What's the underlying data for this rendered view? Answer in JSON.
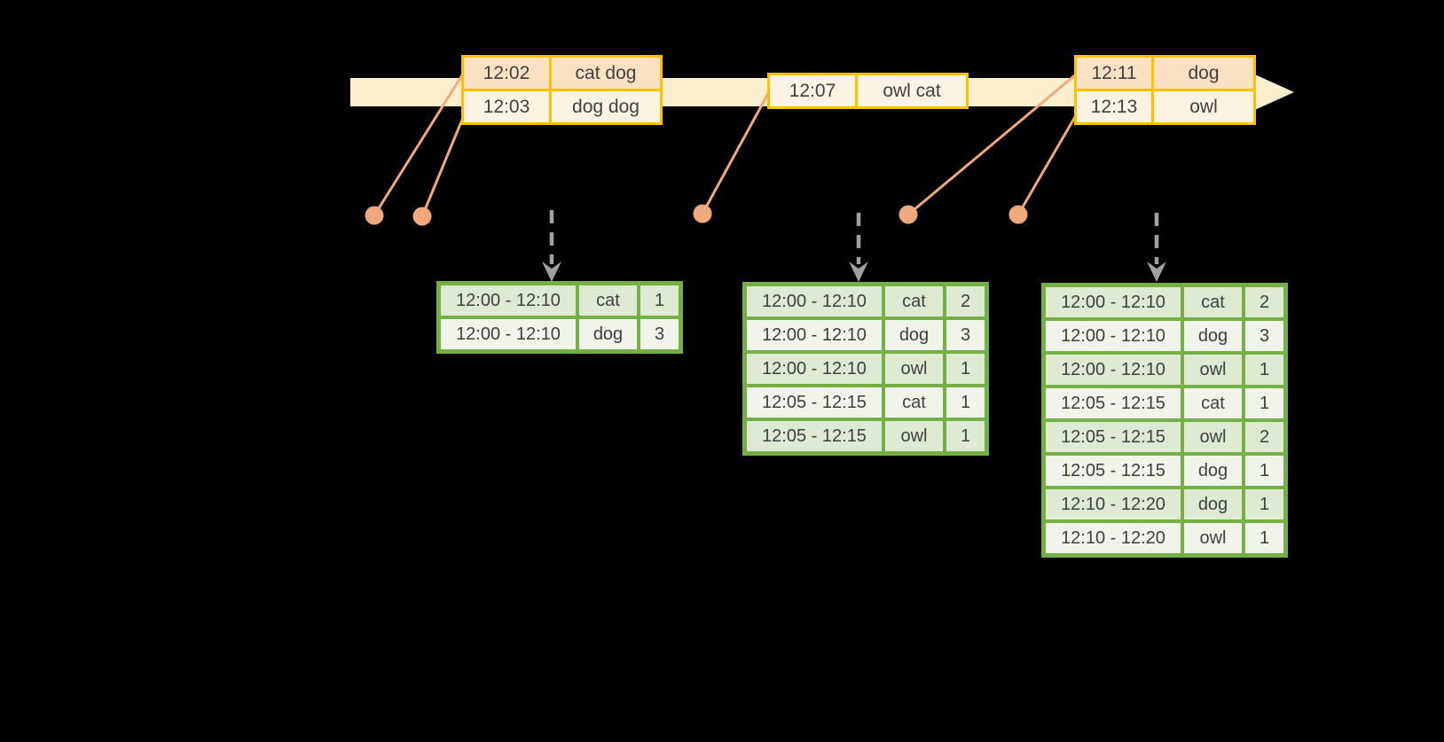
{
  "colors": {
    "background": "#000000",
    "text": "#3f3f3f",
    "timeline_fill": "#fbf0cd",
    "event_border": "#ffc000",
    "event_row_dark": "#fae1c4",
    "event_row_light": "#fdf3e2",
    "connector": "#f0a87d",
    "dashed_arrow": "#a0a0a0",
    "result_border": "#75b046",
    "result_row_dark": "#dfead3",
    "result_row_light": "#f0f4eb"
  },
  "timeline": {
    "event_tables": [
      {
        "rows": [
          [
            "12:02",
            "cat dog"
          ],
          [
            "12:03",
            "dog dog"
          ]
        ]
      },
      {
        "rows": [
          [
            "12:07",
            "owl cat"
          ]
        ]
      },
      {
        "rows": [
          [
            "12:11",
            "dog"
          ],
          [
            "12:13",
            "owl"
          ]
        ]
      }
    ]
  },
  "result_tables": [
    {
      "rows": [
        [
          "12:00 - 12:10",
          "cat",
          "1"
        ],
        [
          "12:00 - 12:10",
          "dog",
          "3"
        ]
      ]
    },
    {
      "rows": [
        [
          "12:00 - 12:10",
          "cat",
          "2"
        ],
        [
          "12:00 - 12:10",
          "dog",
          "3"
        ],
        [
          "12:00 - 12:10",
          "owl",
          "1"
        ],
        [
          "12:05 - 12:15",
          "cat",
          "1"
        ],
        [
          "12:05 - 12:15",
          "owl",
          "1"
        ]
      ]
    },
    {
      "rows": [
        [
          "12:00 - 12:10",
          "cat",
          "2"
        ],
        [
          "12:00 - 12:10",
          "dog",
          "3"
        ],
        [
          "12:00 - 12:10",
          "owl",
          "1"
        ],
        [
          "12:05 - 12:15",
          "cat",
          "1"
        ],
        [
          "12:05 - 12:15",
          "owl",
          "2"
        ],
        [
          "12:05 - 12:15",
          "dog",
          "1"
        ],
        [
          "12:10 - 12:20",
          "dog",
          "1"
        ],
        [
          "12:10 - 12:20",
          "owl",
          "1"
        ]
      ]
    }
  ]
}
